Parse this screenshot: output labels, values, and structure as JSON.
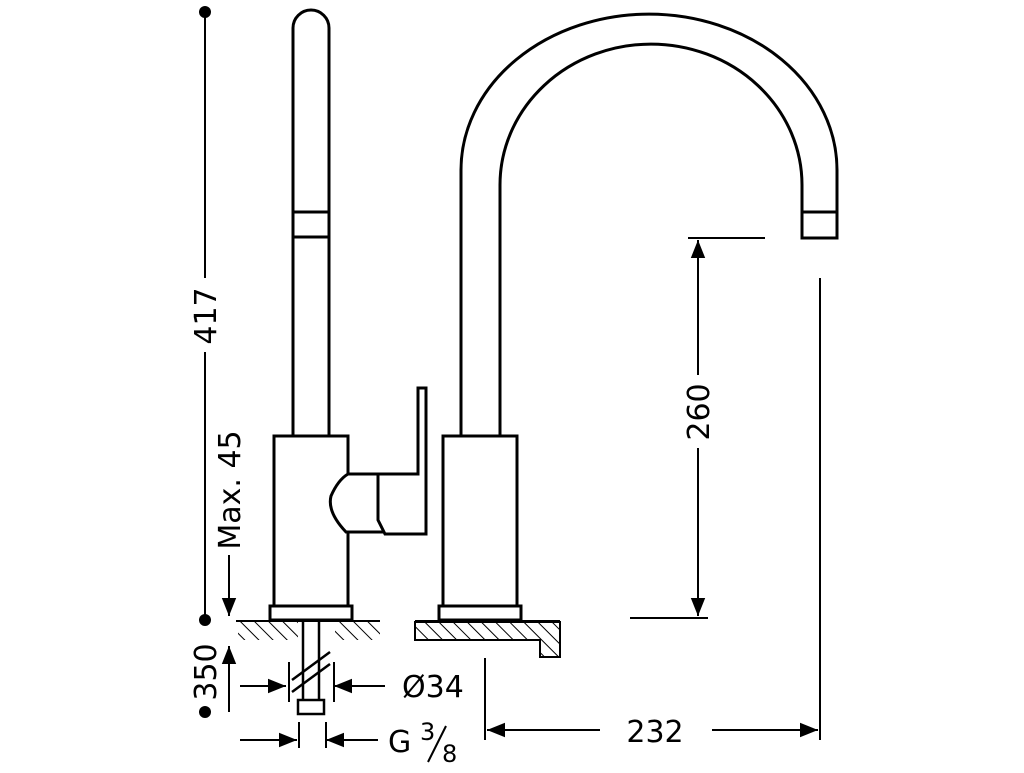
{
  "dimensions": {
    "total_height": "417",
    "max_deck": "Max. 45",
    "spout_outlet_height": "260",
    "hose_length": "350",
    "spout_reach": "232",
    "hole_diameter": "Ø34",
    "connection_thread": "G",
    "connection_numerator": "3",
    "connection_denominator": "8"
  },
  "colors": {
    "line": "#000000",
    "background": "#ffffff"
  }
}
